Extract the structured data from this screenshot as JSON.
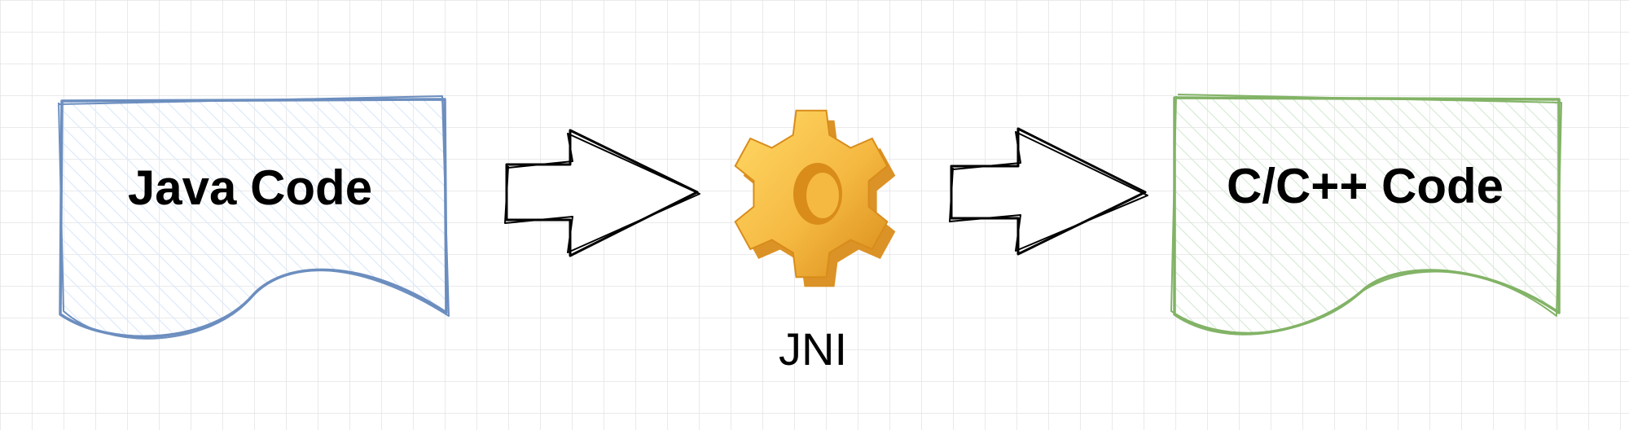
{
  "nodes": {
    "java": {
      "label": "Java Code",
      "stroke": "#6c8ebf",
      "fill": "#dae8fc"
    },
    "native": {
      "label": "C/C++ Code",
      "stroke": "#82b366",
      "fill": "#d5e8d4"
    }
  },
  "bridge": {
    "label": "JNI",
    "icon": "gear-icon",
    "colors": {
      "light": "#ffd966",
      "mid": "#f5b942",
      "dark": "#d98c1a"
    }
  },
  "arrows": {
    "stroke": "#000000"
  },
  "grid": {
    "visible": true,
    "color": "#e3e3e3"
  }
}
